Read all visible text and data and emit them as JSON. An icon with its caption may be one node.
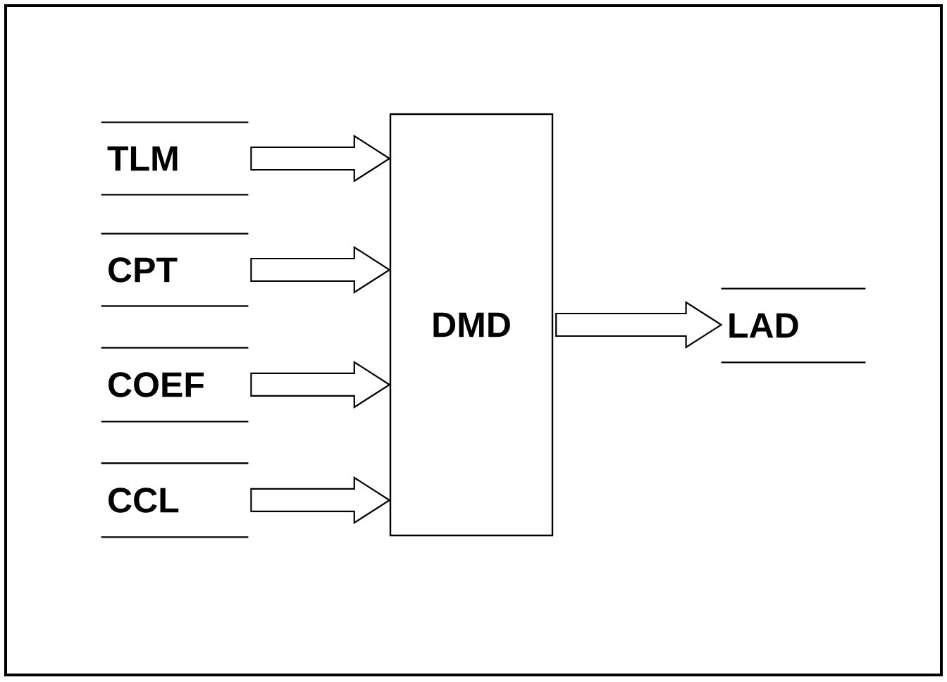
{
  "diagram": {
    "nodes": [
      {
        "text": [
          "TLM"
        ]
      },
      {
        "text": [
          "CPT"
        ]
      },
      {
        "text": [
          "COEF"
        ]
      },
      {
        "text": [
          "CCL"
        ]
      },
      {
        "text": [
          "DMD"
        ]
      },
      {
        "text": [
          "LAD"
        ]
      }
    ],
    "edges": [
      {
        "from": 0,
        "to": 4,
        "arrow": "to"
      },
      {
        "from": 1,
        "to": 4,
        "arrow": "to"
      },
      {
        "from": 2,
        "to": 4,
        "arrow": "to"
      },
      {
        "from": 3,
        "to": 4,
        "arrow": "to"
      },
      {
        "from": 4,
        "to": 5,
        "arrow": "to"
      }
    ]
  }
}
